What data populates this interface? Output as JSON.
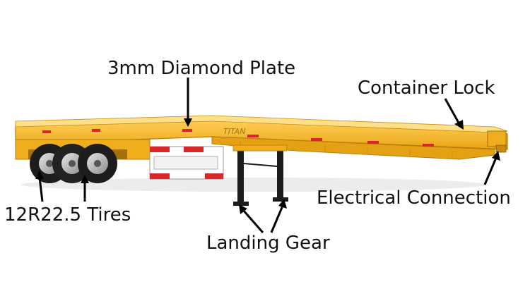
{
  "labels": {
    "diamond_plate": "3mm Diamond Plate",
    "container_lock": "Container Lock",
    "electrical_connection": "Electrical Connection",
    "tires": "12R22.5 Tires",
    "landing_gear": "Landing Gear"
  },
  "trailer": {
    "brand_mark": "TITAN"
  },
  "colors": {
    "frame": "#f4b320",
    "frame_shadow": "#c98a10",
    "tire": "#1d1d1d",
    "rim": "#b8b8b8",
    "reflector_red": "#d8262a",
    "arrow": "#000000"
  }
}
